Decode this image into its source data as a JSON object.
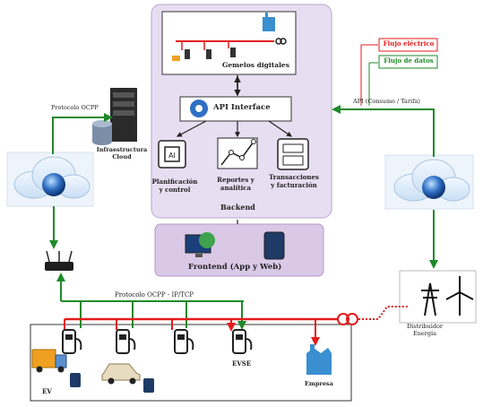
{
  "legend": {
    "power_flow": "Flujo eléctrico",
    "data_flow": "Flujo de datos"
  },
  "backend": {
    "title": "Backend",
    "digital_twins": "Gemelos digitales",
    "api": "API Interface",
    "planning": "Planificación\ny control",
    "reports": "Reportes y\nanalítica",
    "transactions": "Transacciones\ny facturación"
  },
  "frontend": {
    "label": "Frontend (App y Web)"
  },
  "left": {
    "ocpp": "Protocolo OCPP",
    "cloud_infra": "Infraestructura\nCloud"
  },
  "right": {
    "api_note": "API (Consumo / Tarifa)",
    "distributor": "Distribuidor\nEnergía"
  },
  "site": {
    "protocol": "Protocolo OCPP - IP/TCP",
    "ev": "EV",
    "evse": "EVSE",
    "company": "Empresa"
  },
  "colors": {
    "power": "#e31b1b",
    "data": "#1f8a2a",
    "backend_bg": "#e8def2",
    "frontend_bg": "#d9c8e6",
    "cloud": "#2f6fc4"
  }
}
